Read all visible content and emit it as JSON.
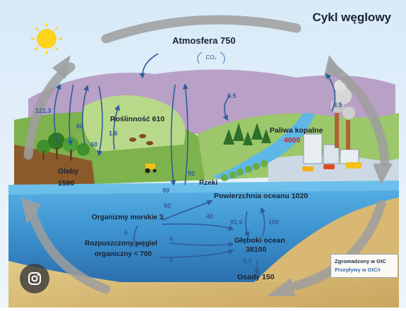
{
  "title": "Cykl węglowy",
  "atmosphere": {
    "label": "Atmosfera 750",
    "co2": "CO₂"
  },
  "vegetation": "Roślinność 610",
  "soils": {
    "label": "Gleby",
    "value": "1580"
  },
  "fossil": {
    "label": "Paliwa kopalne",
    "value": "4000"
  },
  "rivers": "Rzeki",
  "ocean_surface": "Powierzchnia oceanu 1020",
  "marine_organisms": "Organizmy morskie 3",
  "dissolved_carbon": {
    "line1": "Rozpuszczony węgiel",
    "line2": "organiczny < 700"
  },
  "deep_ocean": {
    "label": "Głęboki ocean",
    "value": "38100"
  },
  "sediments": "Osady 150",
  "flows": {
    "f121_3": "121.3",
    "f60a": "60",
    "f60b": "60",
    "f1_6": "1.6",
    "f0_5": "0.5",
    "f8_5": "8.5",
    "f92": "92",
    "f90": "90",
    "f50": "50",
    "f40": "40",
    "f6a": "6",
    "f4": "4",
    "f6b": "6",
    "f91_6": "91.6",
    "f100": "100",
    "f0_2": "0.2"
  },
  "legend": {
    "stored": "Zgromadzony w GtC",
    "flows": "Przepływy w GtC/r"
  },
  "colors": {
    "flow_arrow": "#2d5d9a",
    "fossil_value": "#d21f1f",
    "cycle_arrow": "#9e9e9e"
  }
}
